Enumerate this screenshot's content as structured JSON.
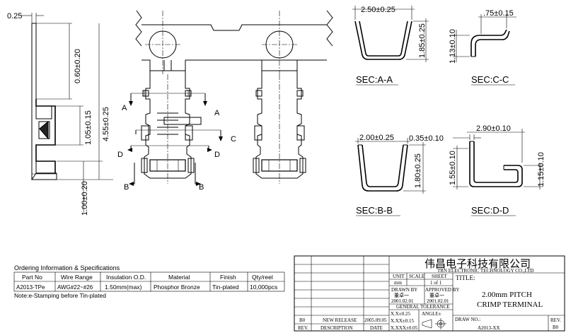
{
  "dimensions": {
    "left_thickness": "0.25",
    "left_top": "0.60±0.20",
    "left_mid": "1.05±0.15",
    "left_total": "4.55±0.25",
    "left_bottom": "1.00±0.20",
    "aa_width": "2.50±0.25",
    "aa_height": "1.85±0.25",
    "cc_width": ".75±0.15",
    "cc_height": "1.13±0.10",
    "bb_width": "2.00±0.25",
    "bb_height": "1.80±0.25",
    "dd_thickness": "0.35±0.10",
    "dd_width": "2.90±0.10",
    "dd_left": "1.55±0.10",
    "dd_right": "1.15±0.10"
  },
  "cut_labels": {
    "a": "A",
    "b": "B",
    "c": "C",
    "d": "D"
  },
  "sections": {
    "aa": "SEC:A-A",
    "cc": "SEC:C-C",
    "bb": "SEC:B-B",
    "dd": "SEC:D-D"
  },
  "ordering": {
    "heading": "Ordering Information & Specifications",
    "headers": [
      "Part No",
      "Wire Range",
      "Insulation O.D.",
      "Material",
      "Finish",
      "Qty/reel"
    ],
    "row": [
      "A2013-TPe",
      "AWG#22~#26",
      "1.50mm(max)",
      "Phosphor Bronze",
      "Tin-plated",
      "10,000pcs"
    ],
    "note": "Note:e-Stamping before Tin-plated"
  },
  "title_block": {
    "company_cn": "伟昌电子科技有限公司",
    "company_en": "TRN ELECTRONIC TECHNOLOGY CO.,LTD",
    "title_label": "TITLE:",
    "title_line1": "2.00mm PITCH",
    "title_line2": "CRIMP TERMINAL",
    "unit_label": "UNIT",
    "unit_value": "mm",
    "scale_label": "SCALE",
    "sheet_label": "SHEET",
    "sheet_value": "1 of 1",
    "drawn_label": "DRAWN BY",
    "drawn_name": "董卓一",
    "drawn_date": "2001.02.01",
    "approved_label": "APPROVED BY",
    "approved_name": "董卓一",
    "approved_date": "2001.02.01",
    "tolerance_label": "GENERAL TOLERANCE",
    "tol1": "X.X±0.25",
    "tol2": "X.XX±0.15",
    "tol3": "X.XXX±0.05",
    "angle_label": "ANGLE±",
    "drawing_no_label": "DRAW NO.:",
    "drawing_no": "A2013-XX",
    "rev_label": "REV.",
    "rev_value": "B0",
    "rev_row_rev": "B0",
    "rev_row_desc": "NEW RELEASE",
    "rev_row_date": "2005.09.05",
    "col_rev": "REV.",
    "col_desc": "DESCRIPTION",
    "col_date": "DATE"
  }
}
